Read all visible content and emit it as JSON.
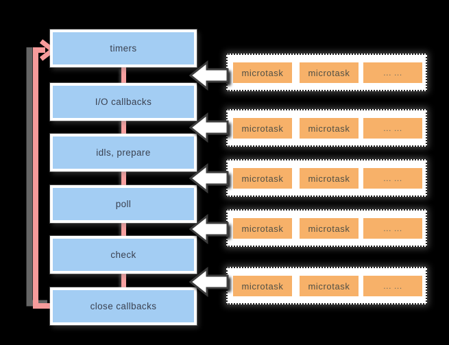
{
  "phases": [
    {
      "label": "timers"
    },
    {
      "label": "I/O callbacks"
    },
    {
      "label": "idls, prepare"
    },
    {
      "label": "poll"
    },
    {
      "label": "check"
    },
    {
      "label": "close callbacks"
    }
  ],
  "microtask_rows": [
    {
      "cells": [
        "microtask",
        "microtask",
        "... ..."
      ]
    },
    {
      "cells": [
        "microtask",
        "microtask",
        "... ..."
      ]
    },
    {
      "cells": [
        "microtask",
        "microtask",
        "... ..."
      ]
    },
    {
      "cells": [
        "microtask",
        "microtask",
        "... ..."
      ]
    },
    {
      "cells": [
        "microtask",
        "microtask",
        "... ..."
      ]
    }
  ],
  "colors": {
    "background": "#000000",
    "phase_fill": "#a3cdf3",
    "phase_border": "#ffffff",
    "phase_text": "#3a4150",
    "connector_pink": "#f7a0a0",
    "loop_pink": "#f79b9b",
    "loop_shadow": "#909090",
    "queue_fill": "#ffffff",
    "queue_border": "#1c1c1c",
    "task_fill": "#f7b169",
    "task_text": "#4f4f45",
    "arrow_fill": "#ffffff",
    "arrow_outline": "#3d3d3d"
  }
}
